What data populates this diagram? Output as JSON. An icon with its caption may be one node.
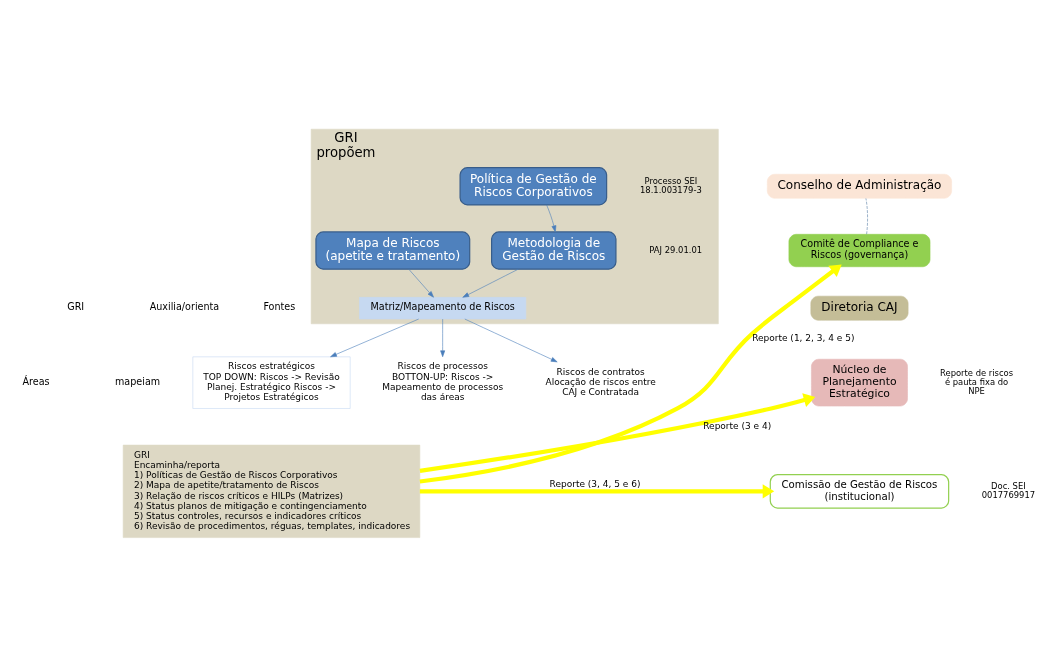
{
  "diagram": {
    "nodes": [
      {
        "text": [
          "GRI",
          "propõem"
        ]
      },
      {
        "text": [
          "Política de Gestão de Riscos Corporativos"
        ],
        "in": 0,
        "beside": [
          "Processo SEI 18.1.003179-3"
        ]
      },
      {
        "text": [
          "Metodologia de Gestão de Riscos"
        ],
        "in": 0,
        "beside": [
          "PAJ 29.01.01"
        ]
      },
      {
        "text": [
          "Mapa de Riscos",
          "(apetite e tratamento)"
        ],
        "in": 0
      },
      {
        "text": [
          "Matriz/Mapeamento de Riscos"
        ],
        "in": 0
      },
      {
        "text": [
          "Riscos estratégicos",
          "TOP DOWN: Riscos -> Revisão Planej. Estratégico Riscos -> Projetos Estratégicos"
        ]
      },
      {
        "text": [
          "Riscos de processos",
          "BOTTON-UP: Riscos -> Mapeamento de processos das áreas"
        ]
      },
      {
        "text": [
          "Riscos de contratos",
          "Alocação de riscos entre CAJ e Contratada"
        ]
      },
      {
        "text": [
          "GRI",
          "Encaminha/reporta",
          "1) Políticas de Gestão de Riscos Corporativos",
          "2) Mapa de apetite/tratamento de Riscos",
          "3) Relação de riscos críticos e HILPs (Matrizes)",
          "4) Status planos de mitigação e contingenciamento",
          "5) Status controles, recursos e indicadores críticos",
          "6) Revisão de procedimentos, réguas, templates, indicadores"
        ]
      },
      {
        "text": [
          "Conselho de Administração"
        ]
      },
      {
        "text": [
          "Comitê de Compliance e Riscos (governança)"
        ]
      },
      {
        "text": [
          "Diretoria CAJ"
        ]
      },
      {
        "text": [
          "Núcleo de Planejamento Estratégico"
        ],
        "beside": [
          "Reporte de riscos é pauta fixa do NPE"
        ]
      },
      {
        "text": [
          "Comissão de Gestão de Riscos",
          "(institucional)"
        ],
        "beside": [
          "Doc. SEI 0017769917"
        ]
      }
    ],
    "edges": [
      {
        "from": 1,
        "to": 2,
        "arrow": "to"
      },
      {
        "from": 2,
        "to": 4,
        "arrow": "to"
      },
      {
        "from": 3,
        "to": 4,
        "arrow": "to"
      },
      {
        "from": 4,
        "to": 5,
        "arrow": "to"
      },
      {
        "from": 4,
        "to": 6,
        "arrow": "to"
      },
      {
        "from": 4,
        "to": 7,
        "arrow": "to"
      },
      {
        "from": 10,
        "to": 9,
        "arrow": "none",
        "style": "dashed",
        "color": "#5b7fa6"
      },
      {
        "from": 8,
        "to": 10,
        "arrow": "to",
        "label": "Reporte (1, 2, 3, 4 e 5)",
        "style": "thick",
        "color": "#ffff00"
      },
      {
        "from": 8,
        "to": 12,
        "arrow": "to",
        "label": "Reporte (3 e 4)",
        "style": "thick",
        "color": "#ffff00"
      },
      {
        "from": 8,
        "to": 13,
        "arrow": "to",
        "label": "Reporte (3, 4, 5 e 6)",
        "style": "thick",
        "color": "#ffff00"
      }
    ],
    "labels": [
      "GRI",
      "Auxilia/orienta",
      "Fontes",
      "Áreas",
      "mapeiam"
    ]
  }
}
